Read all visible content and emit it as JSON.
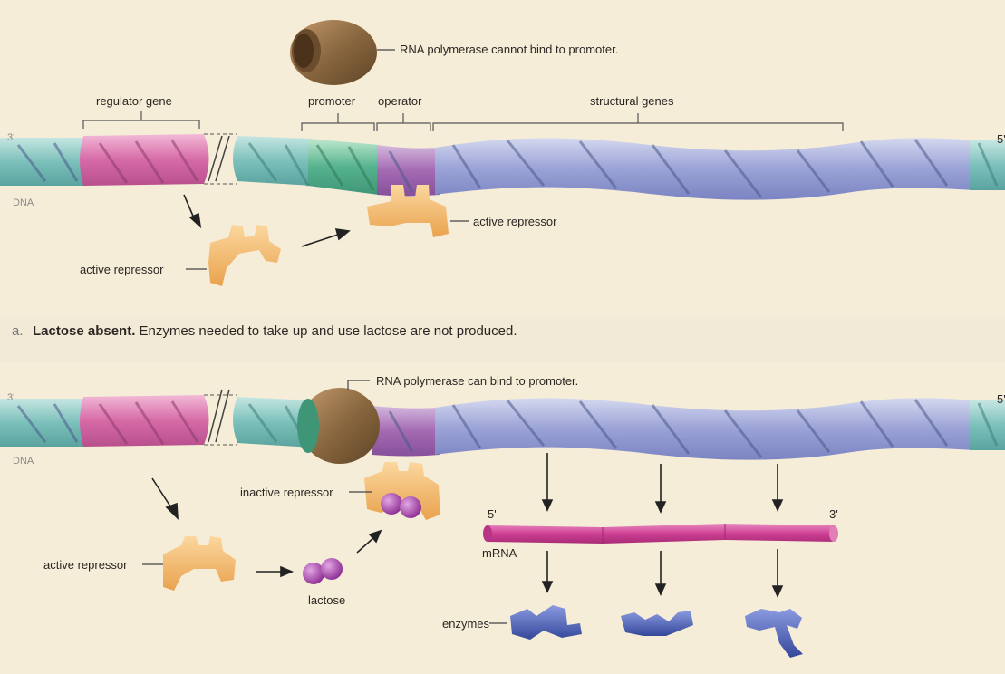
{
  "panel_a": {
    "polymerase_label": "RNA polymerase cannot bind to promoter.",
    "regulator_gene": "regulator gene",
    "promoter": "promoter",
    "operator": "operator",
    "structural_genes": "structural genes",
    "three_prime": "3'",
    "five_prime": "5'",
    "dna": "DNA",
    "active_repressor_bound": "active repressor",
    "active_repressor_free": "active repressor"
  },
  "caption": {
    "letter": "a.",
    "bold": "Lactose absent.",
    "text": " Enzymes needed to take up and use lactose are not produced."
  },
  "panel_b": {
    "polymerase_label": "RNA polymerase can bind to promoter.",
    "three_prime": "3'",
    "five_prime": "5'",
    "dna": "DNA",
    "inactive_repressor": "inactive repressor",
    "active_repressor": "active repressor",
    "lactose": "lactose",
    "mrna": "mRNA",
    "mrna_five": "5'",
    "mrna_three": "3'",
    "enzymes": "enzymes"
  },
  "colors": {
    "regulator": "#d66aa7",
    "promoter": "#56b38f",
    "operator": "#a46ab2",
    "structural": "#8c96cf",
    "polymerase": "#8a6840",
    "repressor": "#f3b86b",
    "lactose": "#a03ea6",
    "mrna": "#cf3f94",
    "enzyme": "#5064b6"
  }
}
